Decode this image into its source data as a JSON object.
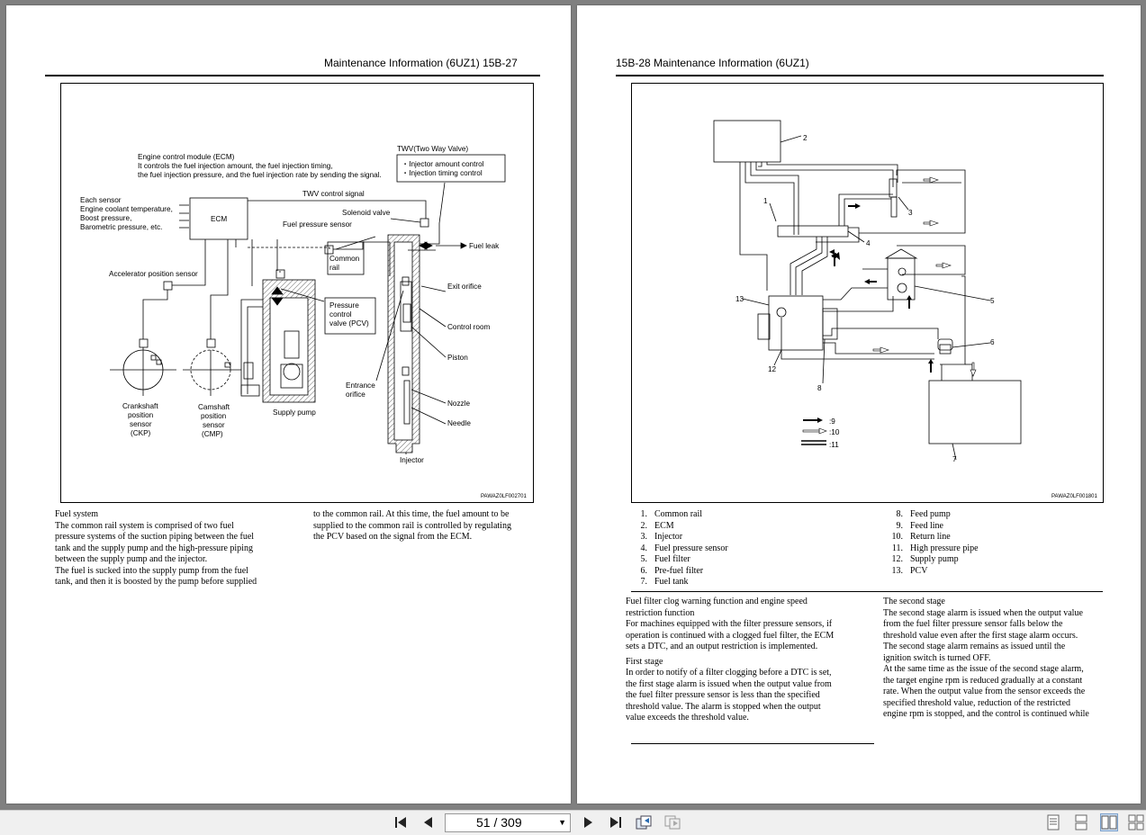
{
  "left_page": {
    "header": "Maintenance Information (6UZ1)   15B-27",
    "figure_code": "PAWAZ0LF002701",
    "figure_labels": {
      "ecm_title": "Engine control module (ECM)",
      "ecm_desc1": "It controls the fuel injection amount, the fuel injection timing,",
      "ecm_desc2": "the fuel injection pressure, and the fuel injection rate by sending the signal.",
      "twv_title": "TWV(Two Way Valve)",
      "twv_item1": "・Injector amount control",
      "twv_item2": "・Injection timing control",
      "each_sensor": "Each sensor",
      "coolant": "Engine coolant temperature,",
      "boost": "Boost pressure,",
      "baro": "Barometric pressure, etc.",
      "ecm": "ECM",
      "twv_signal": "TWV control signal",
      "solenoid": "Solenoid valve",
      "fuel_pressure_sensor": "Fuel pressure sensor",
      "fuel_leak": "Fuel leak",
      "common_rail_1": "Common",
      "common_rail_2": "rail",
      "accelerator": "Accelerator position sensor",
      "exit_orifice": "Exit orifice",
      "pcv_1": "Pressure",
      "pcv_2": "control",
      "pcv_3": "valve (PCV)",
      "control_room": "Control room",
      "piston": "Piston",
      "entrance_1": "Entrance",
      "entrance_2": "orifice",
      "nozzle": "Nozzle",
      "needle": "Needle",
      "crank_1": "Crankshaft",
      "crank_2": "position",
      "crank_3": "sensor",
      "crank_4": "(CKP)",
      "cam_1": "Camshaft",
      "cam_2": "position",
      "cam_3": "sensor",
      "cam_4": "(CMP)",
      "supply_pump": "Supply pump",
      "injector": "Injector"
    },
    "text_col1": [
      "Fuel system",
      "The common rail system is comprised of two fuel",
      "pressure systems of the suction piping between the fuel",
      "tank and the supply pump and the high-pressure piping",
      "between the supply pump and the injector.",
      "The fuel is sucked into the supply pump from the fuel",
      "tank, and then it is boosted by the pump before supplied"
    ],
    "text_col2": [
      "to the common rail. At this time, the fuel amount to be",
      "supplied to the common rail is controlled by regulating",
      "the PCV based on the signal from the ECM."
    ]
  },
  "right_page": {
    "header": "15B-28   Maintenance Information (6UZ1)",
    "figure_code": "PAWAZ0LF001801",
    "figure_numbers": [
      "1",
      "2",
      "3",
      "4",
      "5",
      "6",
      "7",
      "8",
      "12",
      "13"
    ],
    "figure_legend_keys": [
      ":9",
      ":10",
      ":11"
    ],
    "legend_left": [
      {
        "n": "1.",
        "t": "Common rail"
      },
      {
        "n": "2.",
        "t": "ECM"
      },
      {
        "n": "3.",
        "t": "Injector"
      },
      {
        "n": "4.",
        "t": "Fuel pressure sensor"
      },
      {
        "n": "5.",
        "t": "Fuel filter"
      },
      {
        "n": "6.",
        "t": "Pre-fuel filter"
      },
      {
        "n": "7.",
        "t": "Fuel tank"
      }
    ],
    "legend_right": [
      {
        "n": "8.",
        "t": "Feed pump"
      },
      {
        "n": "9.",
        "t": "Feed line"
      },
      {
        "n": "10.",
        "t": "Return line"
      },
      {
        "n": "11.",
        "t": "High pressure pipe"
      },
      {
        "n": "12.",
        "t": "Supply pump"
      },
      {
        "n": "13.",
        "t": "PCV"
      }
    ],
    "text_col1": [
      "Fuel filter clog warning function and engine speed",
      "restriction function",
      "For machines equipped with the filter pressure sensors, if",
      "operation is continued with a clogged fuel filter, the ECM",
      "sets a DTC, and an output restriction is implemented.",
      "First stage",
      "In order to notify of a filter clogging before a DTC is set,",
      "the first stage alarm is issued when the output value from",
      "the fuel filter pressure sensor is less than the specified",
      "threshold value. The alarm is stopped when the output",
      "value exceeds the threshold value."
    ],
    "text_col2": [
      "The second stage",
      "The second stage alarm is issued when the output value",
      "from the fuel filter pressure sensor falls below the",
      "threshold value even after the first stage alarm occurs.",
      "The second stage alarm remains as issued until the",
      "ignition switch is turned OFF.",
      "At the same time as the issue of the second stage alarm,",
      "the target engine rpm is reduced gradually at a constant",
      "rate. When the output value from the sensor exceeds the",
      "specified threshold value, reduction of the restricted",
      "engine rpm is stopped, and the control is continued while"
    ]
  },
  "toolbar": {
    "page_indicator": "51 / 309",
    "buttons": [
      "first-page",
      "previous-page",
      "next-page",
      "last-page",
      "go-back",
      "go-forward",
      "single-page-view",
      "continuous-view",
      "two-page-view",
      "two-page-continuous-view"
    ]
  },
  "colors": {
    "background": "#808080",
    "page": "#ffffff",
    "toolbar": "#f0f0f0"
  }
}
